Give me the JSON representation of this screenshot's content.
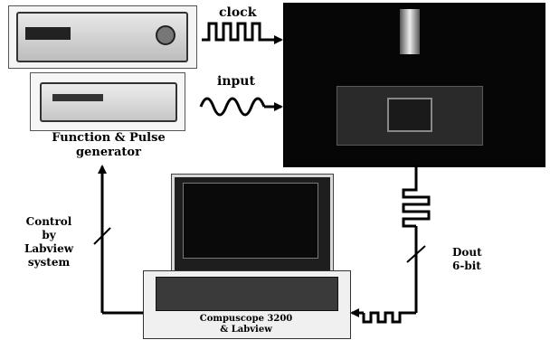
{
  "labels": {
    "clock": "clock",
    "input": "input",
    "generator_line1": "Function & Pulse",
    "generator_line2": "generator",
    "control_line1": "Control by",
    "control_line2": "Labview",
    "control_line3": "system",
    "dout_line1": "Dout",
    "dout_line2": "6-bit",
    "compuscope_line1": "Compuscope 3200",
    "compuscope_line2": "& Labview"
  }
}
